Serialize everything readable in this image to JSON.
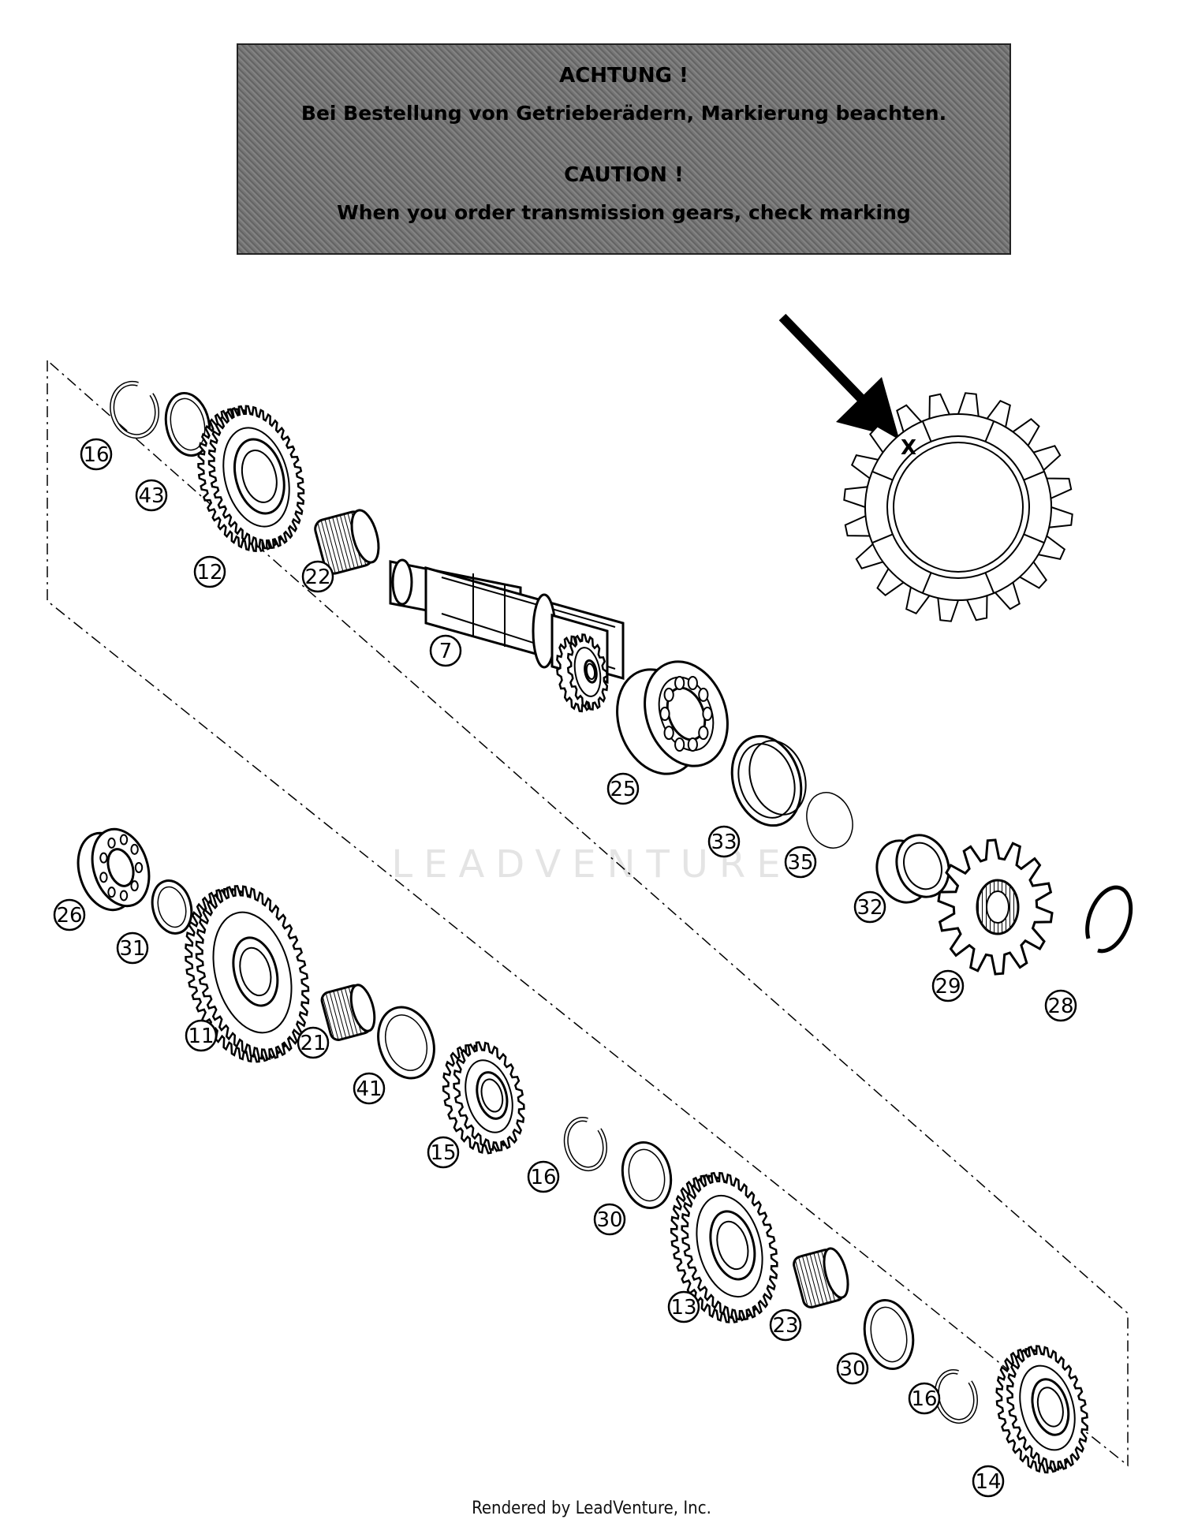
{
  "notice": {
    "de_heading": "ACHTUNG !",
    "de_text": "Bei Bestellung von Getrieberädern, Markierung beachten.",
    "en_heading": "CAUTION !",
    "en_text": "When you order transmission gears, check marking"
  },
  "detail": {
    "mark_label": "X"
  },
  "watermark": "LEADVENTURE",
  "callouts": [
    "16",
    "43",
    "12",
    "22",
    "7",
    "25",
    "33",
    "35",
    "32",
    "29",
    "28",
    "26",
    "31",
    "11",
    "21",
    "41",
    "15",
    "16",
    "30",
    "13",
    "23",
    "30",
    "16",
    "14"
  ],
  "footer": "Rendered by LeadVenture, Inc."
}
